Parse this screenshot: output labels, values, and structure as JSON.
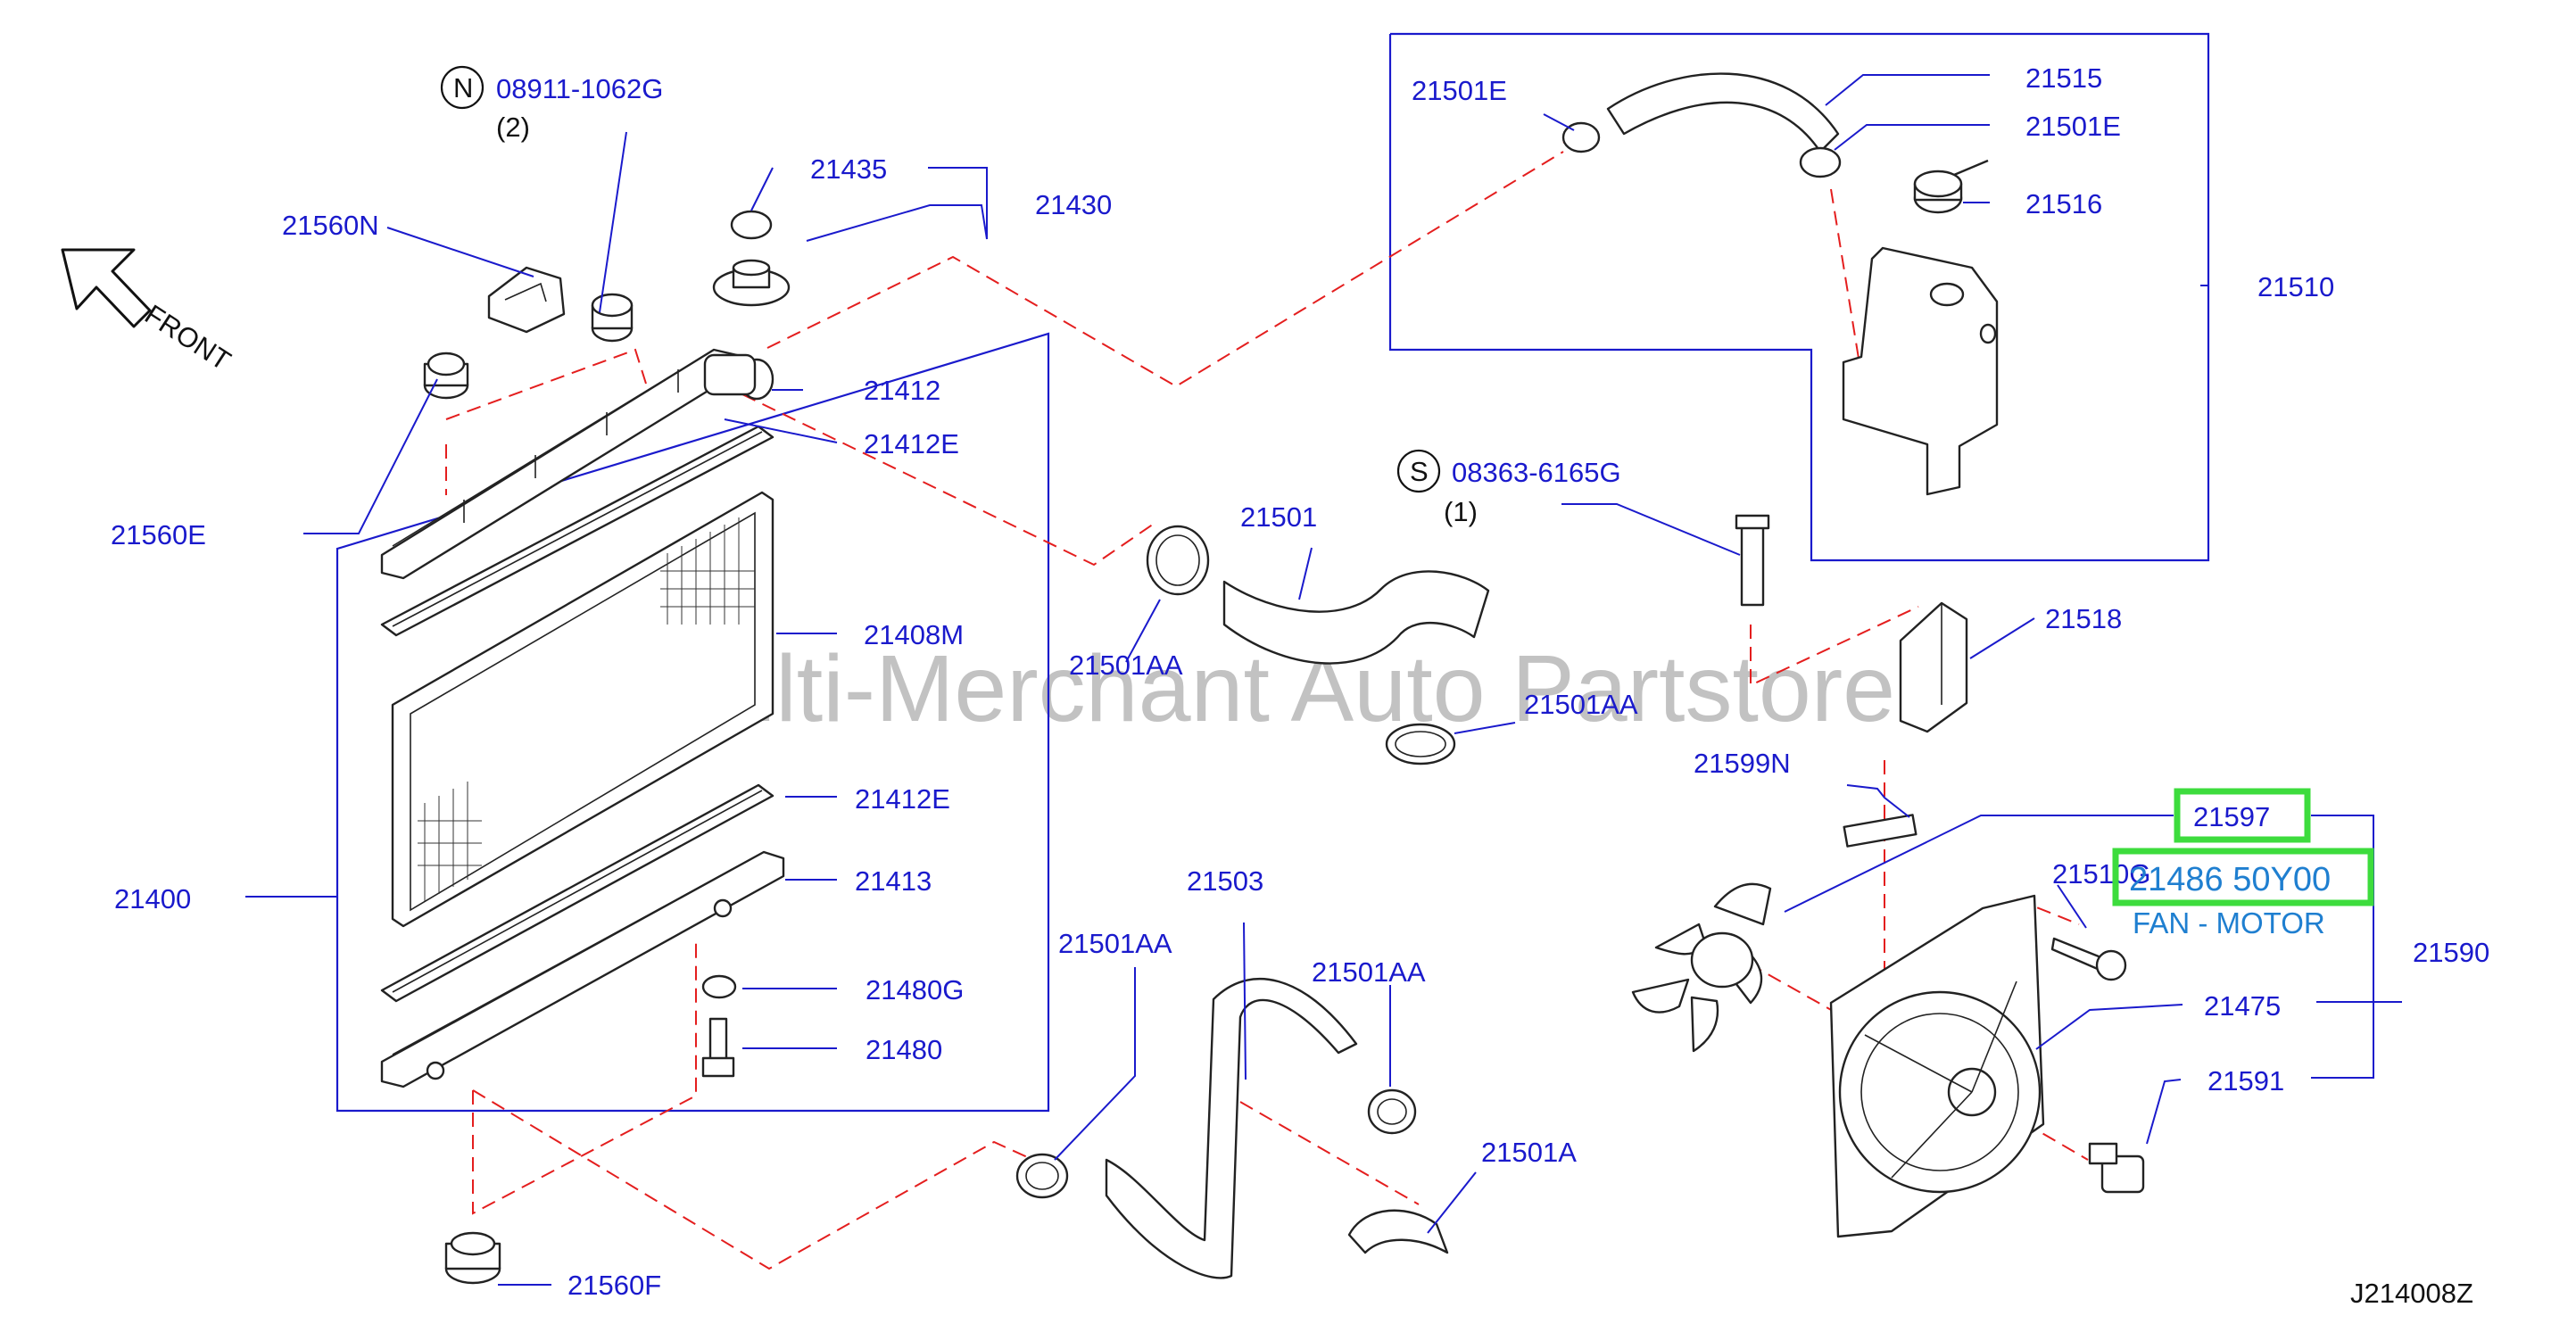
{
  "watermark": "Multi-Merchant Auto Partstore",
  "orientation": {
    "label": "FRONT"
  },
  "diagram_code": "J214008Z",
  "callouts": {
    "c_08911": {
      "prefix": "N",
      "code": "08911-1062G",
      "qty": "(2)"
    },
    "c_08363": {
      "prefix": "S",
      "code": "08363-6165G",
      "qty": "(1)"
    },
    "c_21435": "21435",
    "c_21430": "21430",
    "c_21560N": "21560N",
    "c_21412": "21412",
    "c_21412E_top": "21412E",
    "c_21560E": "21560E",
    "c_21408M": "21408M",
    "c_21412E_bottom": "21412E",
    "c_21413": "21413",
    "c_21400": "21400",
    "c_21480G": "21480G",
    "c_21480": "21480",
    "c_21560F": "21560F",
    "c_21501E_left": "21501E",
    "c_21515": "21515",
    "c_21501E_right": "21501E",
    "c_21516": "21516",
    "c_21510": "21510",
    "c_21501": "21501",
    "c_21501AA_1": "21501AA",
    "c_21501AA_2": "21501AA",
    "c_21518": "21518",
    "c_21599N": "21599N",
    "c_21503": "21503",
    "c_21501AA_3": "21501AA",
    "c_21501AA_4": "21501AA",
    "c_21501A": "21501A",
    "c_21597": "21597",
    "c_21510G": "21510G",
    "c_21590": "21590",
    "c_21475": "21475",
    "c_21591": "21591"
  },
  "highlight": {
    "part_number": "21486 50Y00",
    "description": "FAN - MOTOR",
    "border_color": "#3ddc3d",
    "text_color": "#1f7fd0"
  },
  "colors": {
    "label": "#1a1acc",
    "leader": "#1a1acc",
    "dashed": "#e41e1e",
    "highlight_box": "#3ddc3d"
  }
}
